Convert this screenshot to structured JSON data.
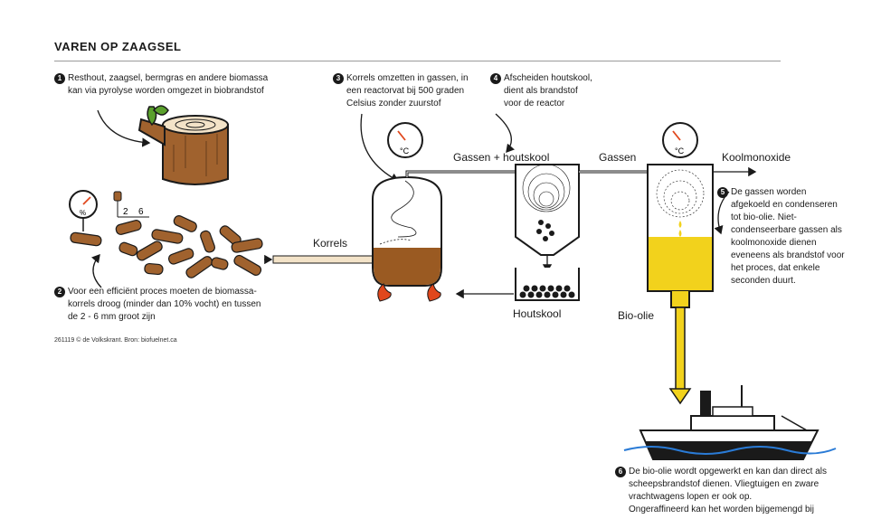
{
  "title": "VAREN OP ZAAGSEL",
  "steps": [
    {
      "num": "1",
      "text": "Resthout, zaagsel, bermgras en andere biomassa\nkan via pyrolyse worden omgezet in biobrandstof"
    },
    {
      "num": "2",
      "text": "Voor een efficiënt proces moeten de biomassa-\nkorrels droog (minder dan 10% vocht) en tussen\nde 2 - 6 mm groot zijn"
    },
    {
      "num": "3",
      "text": "Korrels omzetten in gassen, in\neen reactorvat bij 500 graden\nCelsius zonder zuurstof"
    },
    {
      "num": "4",
      "text": "Afscheiden houtskool,\ndient als brandstof\nvoor de reactor"
    },
    {
      "num": "5",
      "text": "De gassen worden\nafgekoeld en condenseren\ntot bio-olie. Niet-\ncondenseerbare gassen als\nkoolmonoxide dienen\neveneens als brandstof voor\nhet proces, dat enkele\nseconden duurt."
    },
    {
      "num": "6",
      "text": "De bio-olie wordt opgewerkt en kan dan direct als\nscheepsbrandstof dienen. Vliegtuigen en zware\nvrachtwagens lopen er ook op.\nOngeraffineerd kan het worden bijgemengd bij"
    }
  ],
  "labels": {
    "korrels": "Korrels",
    "gassen_houtskool": "Gassen + houtskool",
    "gassen": "Gassen",
    "koolmonoxide": "Koolmonoxide",
    "houtskool": "Houtskool",
    "bio_olie": "Bio-olie"
  },
  "gauges": {
    "moisture_unit": "%",
    "temp_unit": "°C"
  },
  "size_scale": {
    "min": "2",
    "max": "6"
  },
  "credit": "261119 © de Volkskrant. Bron: biofuelnet.ca",
  "colors": {
    "wood": "#a0622e",
    "wood_dark": "#7a4a22",
    "char_fill": "#9a5a22",
    "bio_oil": "#f2d21c",
    "leaf": "#5aa02c",
    "flame": "#e0471c",
    "water": "#2a7bd6",
    "line": "#1a1a1a"
  }
}
